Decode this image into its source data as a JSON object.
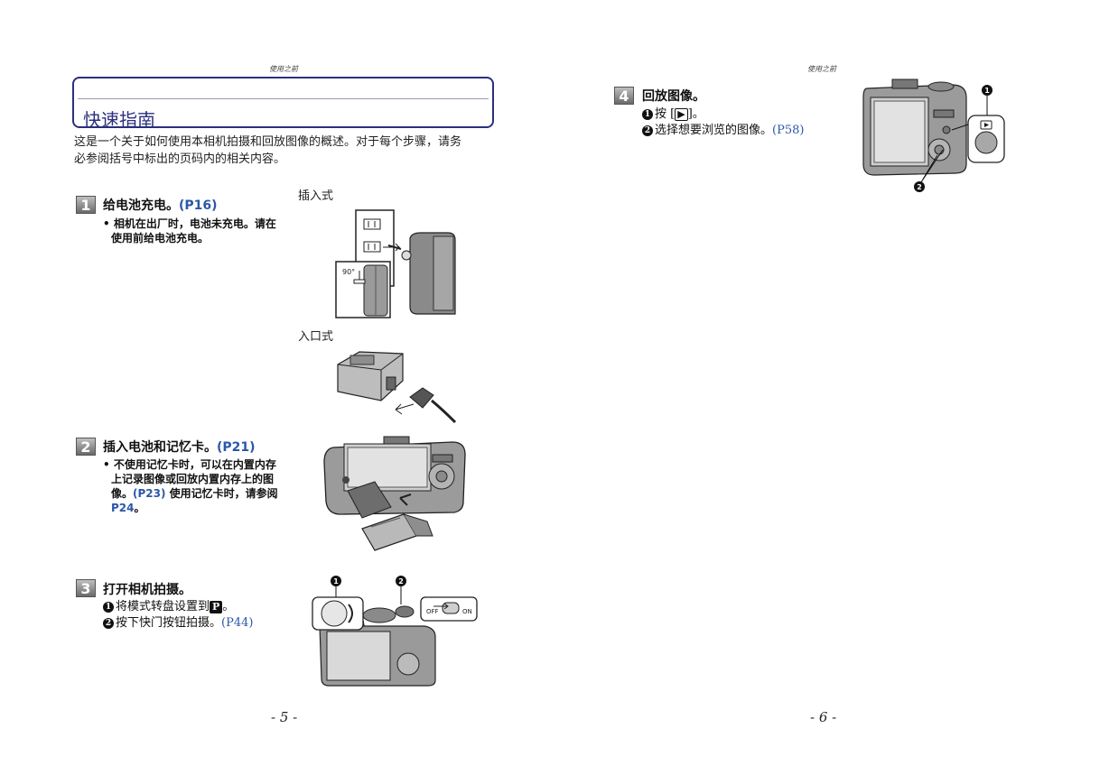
{
  "left_page": {
    "header": "使用之前",
    "title": "快速指南",
    "intro_line1": "这是一个关于如何使用本相机拍摄和回放图像的概述。对于每个步骤，请务",
    "intro_line2": "必参阅括号中标出的页码内的相关内容。",
    "step1": {
      "number": "1",
      "title": "给电池充电。",
      "ref": "(P16)",
      "bullet_line1": "• 相机在出厂时，电池未充电。请在",
      "bullet_line2": "使用前给电池充电。",
      "caption_plugin": "插入式",
      "caption_inlet": "入口式",
      "angle_label": "90°"
    },
    "step2": {
      "number": "2",
      "title": "插入电池和记忆卡。",
      "ref": "(P21)",
      "bullet_line1": "• 不使用记忆卡时，可以在内置内存",
      "bullet_line2": "上记录图像或回放内置内存上的图",
      "bullet_line3a": "像。",
      "bullet_line3_ref": "(P23)",
      "bullet_line3b": " 使用记忆卡时，请参阅",
      "bullet_line4_ref": "P24",
      "bullet_line4b": "。"
    },
    "step3": {
      "number": "3",
      "title": "打开相机拍摄。",
      "sub1_mark": "1",
      "sub1_text": "将模式转盘设置到",
      "sub1_icon": "P",
      "sub1_end": "。",
      "sub2_mark": "2",
      "sub2_text": "按下快门按钮拍摄。",
      "sub2_ref": "(P44)",
      "callout1": "1",
      "callout2": "2",
      "off_label": "OFF",
      "on_label": "ON"
    },
    "page_number": "- 5 -"
  },
  "right_page": {
    "header": "使用之前",
    "step4": {
      "number": "4",
      "title": "回放图像。",
      "sub1_mark": "1",
      "sub1_text": "按 [",
      "sub1_icon": "▶",
      "sub1_end": "]。",
      "sub2_mark": "2",
      "sub2_text": "选择想要浏览的图像。",
      "sub2_ref": "(P58)",
      "callout1": "1",
      "callout2": "2"
    },
    "page_number": "- 6 -"
  }
}
